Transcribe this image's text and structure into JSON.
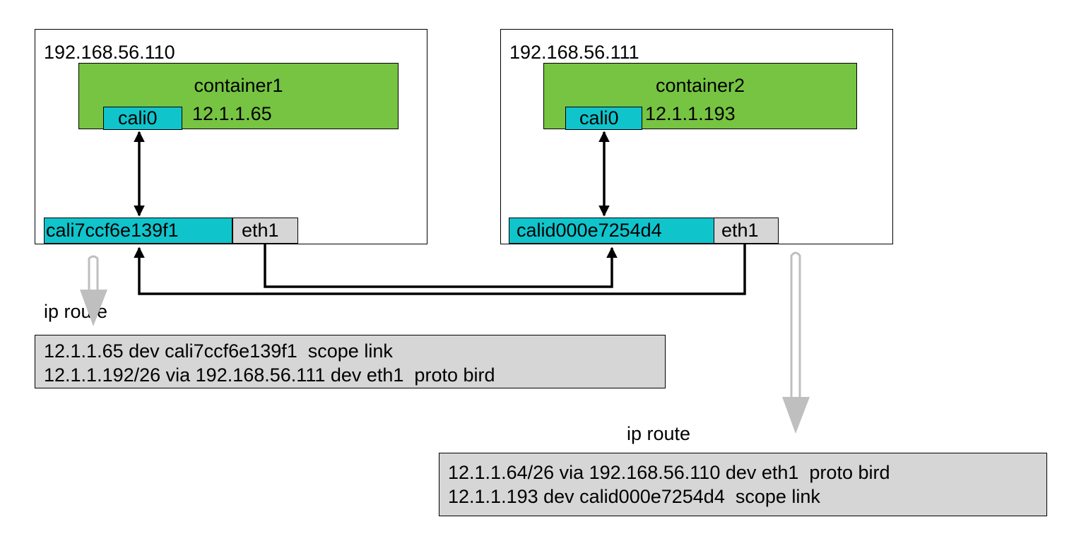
{
  "hosts": [
    {
      "ip": "192.168.56.110",
      "container": {
        "name": "container1",
        "ip": "12.1.1.65",
        "iface": "cali0"
      },
      "veth": "cali7ccf6e139f1",
      "nic": "eth1"
    },
    {
      "ip": "192.168.56.111",
      "container": {
        "name": "container2",
        "ip": "12.1.1.193",
        "iface": "cali0"
      },
      "veth": "calid000e7254d4",
      "nic": "eth1"
    }
  ],
  "routes": [
    {
      "label": "ip route",
      "lines": [
        "12.1.1.65 dev cali7ccf6e139f1  scope link",
        "12.1.1.192/26 via 192.168.56.111 dev eth1  proto bird"
      ]
    },
    {
      "label": "ip route",
      "lines": [
        "12.1.1.64/26 via 192.168.56.110 dev eth1  proto bird",
        "12.1.1.193 dev calid000e7254d4  scope link"
      ]
    }
  ],
  "colors": {
    "container": "#76c442",
    "interface_veth": "#10c4cc",
    "interface_nic": "#d6d6d6",
    "route_table": "#d6d6d6",
    "route_pointer_arrow": "#bfbfbf"
  }
}
